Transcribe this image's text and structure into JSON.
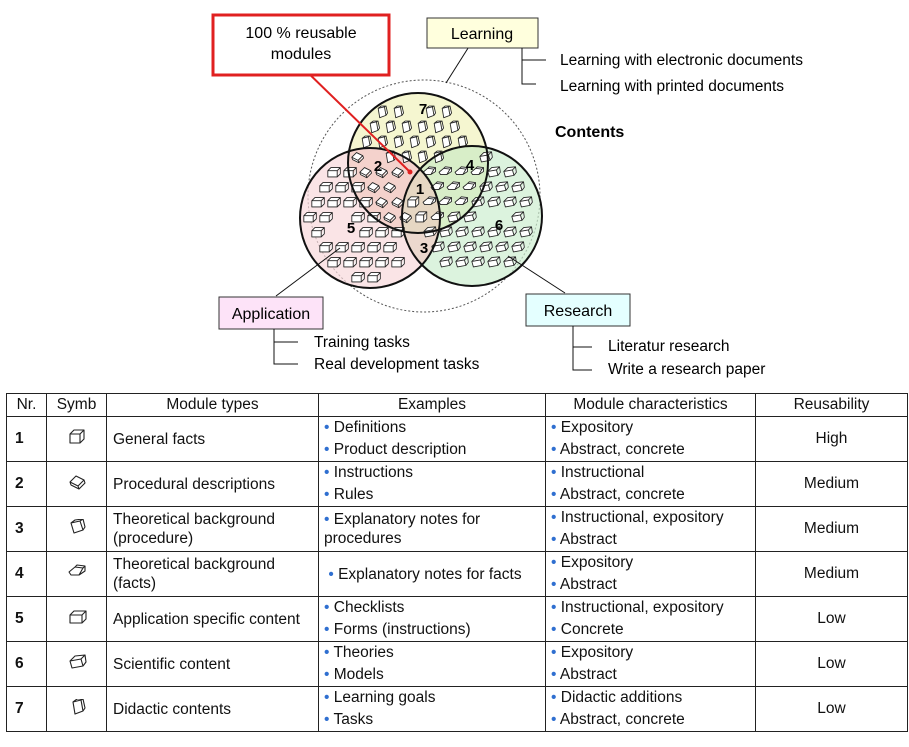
{
  "diagram": {
    "callout": [
      "100 % reusable",
      "modules"
    ],
    "contents_label": "Contents",
    "learning": {
      "label": "Learning",
      "items": [
        "Learning with electronic documents",
        "Learning with printed documents"
      ]
    },
    "application": {
      "label": "Application",
      "items": [
        "Training tasks",
        "Real development tasks"
      ]
    },
    "research": {
      "label": "Research",
      "items": [
        "Literatur research",
        "Write a research paper"
      ]
    },
    "region_numbers": [
      "1",
      "2",
      "3",
      "4",
      "5",
      "6",
      "7"
    ],
    "colors": {
      "learning_fill": "#f3f5c8",
      "application_fill": "#f8d8dc",
      "research_fill": "#cdeed0",
      "callout_border": "#e02020",
      "learning_box": "#ffffdd",
      "application_box": "#fde3f8",
      "research_box": "#e4ffff",
      "bullet": "#2f6fd0"
    }
  },
  "table": {
    "headers": [
      "Nr.",
      "Symb",
      "Module types",
      "Examples",
      "Module characteristics",
      "Reusability"
    ],
    "rows": [
      {
        "nr": "1",
        "symbol": "cube-flat-icon",
        "type": "General facts",
        "examples": [
          "Definitions",
          "Product description"
        ],
        "characteristics": [
          "Expository",
          "Abstract, concrete"
        ],
        "reusability": "High"
      },
      {
        "nr": "2",
        "symbol": "cube-diamond-icon",
        "type": "Procedural descriptions",
        "examples": [
          "Instructions",
          "Rules"
        ],
        "characteristics": [
          "Instructional",
          "Abstract, concrete"
        ],
        "reusability": "Medium"
      },
      {
        "nr": "3",
        "symbol": "cube-tilt-icon",
        "type": "Theoretical background (procedure)",
        "examples": [
          "Explanatory notes for procedures"
        ],
        "characteristics": [
          "Instructional, expository",
          "Abstract"
        ],
        "reusability": "Medium"
      },
      {
        "nr": "4",
        "symbol": "cube-side-icon",
        "type": "Theoretical background (facts)",
        "examples": [
          "Explanatory notes for facts"
        ],
        "characteristics": [
          "Expository",
          "Abstract"
        ],
        "reusability": "Medium"
      },
      {
        "nr": "5",
        "symbol": "cube-wide-icon",
        "type": "Application specific content",
        "examples": [
          "Checklists",
          "Forms (instructions)"
        ],
        "characteristics": [
          "Instructional, expository",
          "Concrete"
        ],
        "reusability": "Low"
      },
      {
        "nr": "6",
        "symbol": "cube-box-icon",
        "type": "Scientific content",
        "examples": [
          "Theories",
          "Models"
        ],
        "characteristics": [
          "Expository",
          "Abstract"
        ],
        "reusability": "Low"
      },
      {
        "nr": "7",
        "symbol": "cube-upright-icon",
        "type": "Didactic contents",
        "examples": [
          "Learning goals",
          "Tasks"
        ],
        "characteristics": [
          "Didactic additions",
          "Abstract, concrete"
        ],
        "reusability": "Low"
      }
    ]
  }
}
